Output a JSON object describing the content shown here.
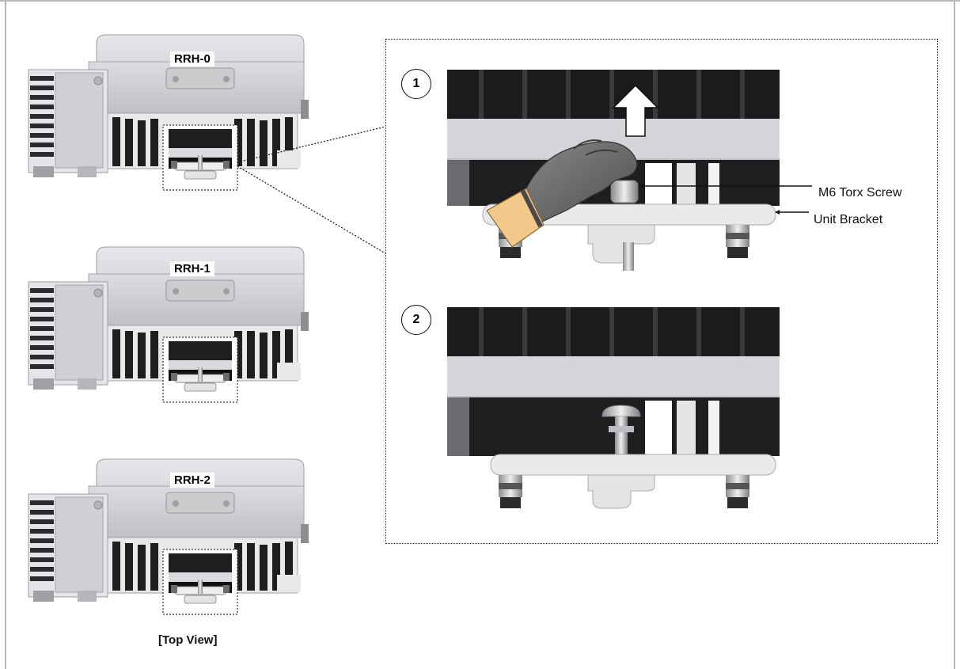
{
  "units": [
    {
      "label": "RRH-0"
    },
    {
      "label": "RRH-1"
    },
    {
      "label": "RRH-2"
    }
  ],
  "caption": "[Top View]",
  "steps": [
    {
      "number": "1"
    },
    {
      "number": "2"
    }
  ],
  "callouts": {
    "screw": "M6 Torx Screw",
    "bracket": "Unit Bracket"
  },
  "icons": [
    "up-arrow-icon",
    "gloved-hand-icon"
  ],
  "colors": {
    "housing": "#d9dadd",
    "fins": "#1b1b1d",
    "glove": "#6b6c6e",
    "cuff": "#f2c98a"
  }
}
